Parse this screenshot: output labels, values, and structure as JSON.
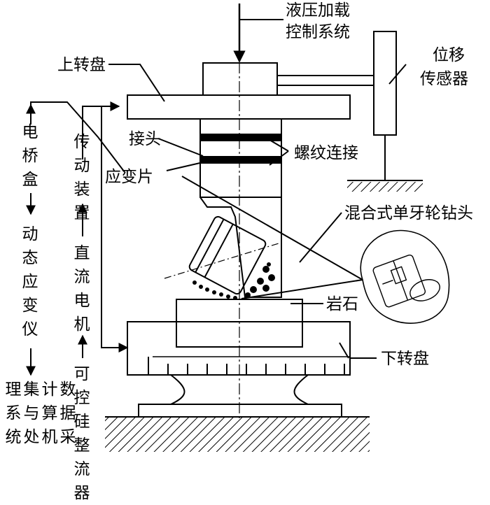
{
  "labels": {
    "hydraulic_line1": "液压加载",
    "hydraulic_line2": "控制系统",
    "upper_turntable": "上转盘",
    "displacement_line1": "位移",
    "displacement_line2": "传感器",
    "joint": "接头",
    "thread": "螺纹连接",
    "strain_gauge": "应变片",
    "bit": "混合式单牙轮钻头",
    "rock": "岩石",
    "lower_turntable": "下转盘"
  },
  "left_chain": {
    "bridge_box": "电桥盒",
    "dynamic_strain": "动态应变仪",
    "computer_cols": [
      "计算机",
      "数据采",
      "集与处",
      "理系统"
    ]
  },
  "right_chain": {
    "transmission": "传动装置",
    "dc_motor": "直流电机",
    "scr": "可控硅整流器"
  }
}
